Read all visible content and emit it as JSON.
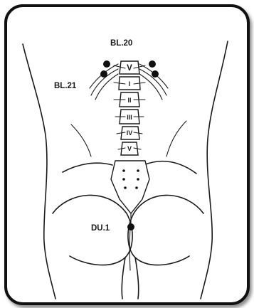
{
  "points": [
    {
      "id": "bl20",
      "label": "BL.20"
    },
    {
      "id": "bl21",
      "label": "BL.21"
    },
    {
      "id": "du1",
      "label": "DU.1"
    }
  ],
  "vertebra_marks": [
    "V",
    "I",
    "II",
    "III",
    "IV",
    "V"
  ]
}
